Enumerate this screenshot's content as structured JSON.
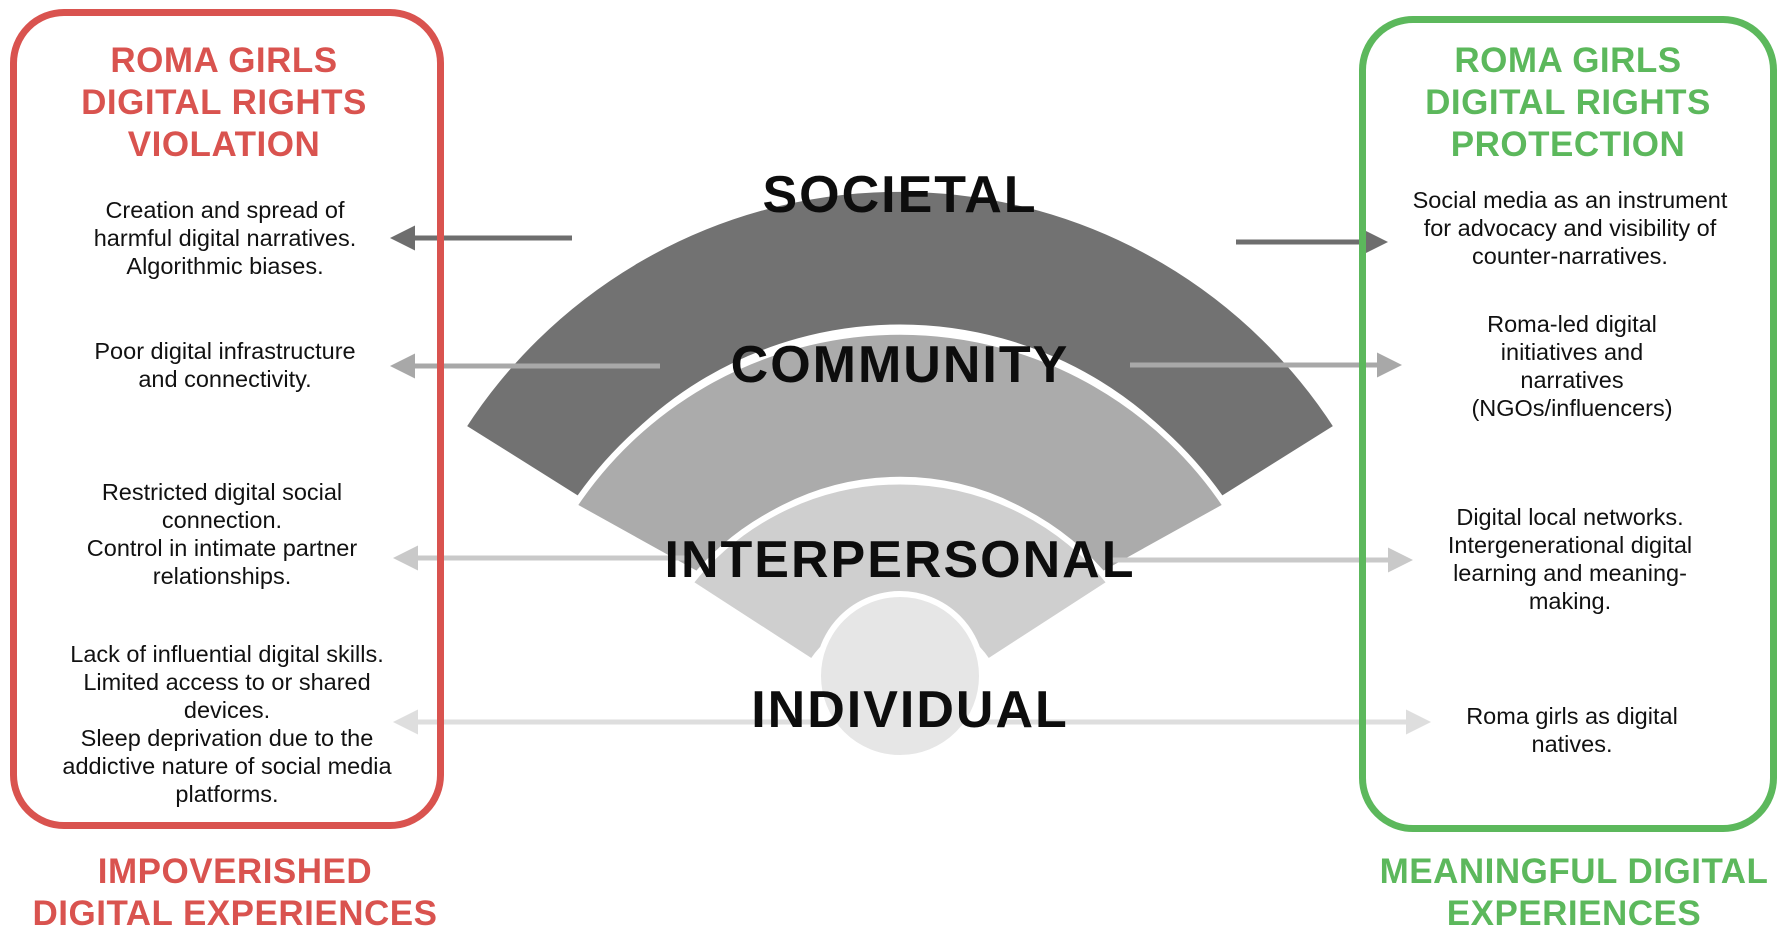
{
  "left_panel": {
    "title": "ROMA GIRLS\nDIGITAL RIGHTS\nVIOLATION",
    "items": [
      "Creation and spread of\nharmful digital narratives.\nAlgorithmic biases.",
      "Poor digital infrastructure\nand connectivity.",
      "Restricted digital social\nconnection.\nControl in intimate partner\nrelationships.",
      "Lack of influential digital skills.\nLimited access to or shared\ndevices.\nSleep deprivation due to the\naddictive nature of social media\nplatforms."
    ],
    "footer": "IMPOVERISHED\nDIGITAL EXPERIENCES"
  },
  "right_panel": {
    "title": "ROMA GIRLS\nDIGITAL RIGHTS\nPROTECTION",
    "items": [
      "Social media as an instrument\nfor advocacy and visibility of\ncounter-narratives.",
      "Roma-led digital\ninitiatives and\nnarratives\n(NGOs/influencers)",
      "Digital local networks.\nIntergenerational digital\nlearning and meaning-\nmaking.",
      "Roma girls as digital\nnatives."
    ],
    "footer": "MEANINGFUL DIGITAL\nEXPERIENCES"
  },
  "levels": [
    "SOCIETAL",
    "COMMUNITY",
    "INTERPERSONAL",
    "INDIVIDUAL"
  ],
  "colors": {
    "violation": "#d9534f",
    "protection": "#5cb85c",
    "societal": "#727272",
    "community": "#ababab",
    "interpersonal": "#cfcfcf",
    "individual": "#e6e6e6"
  }
}
